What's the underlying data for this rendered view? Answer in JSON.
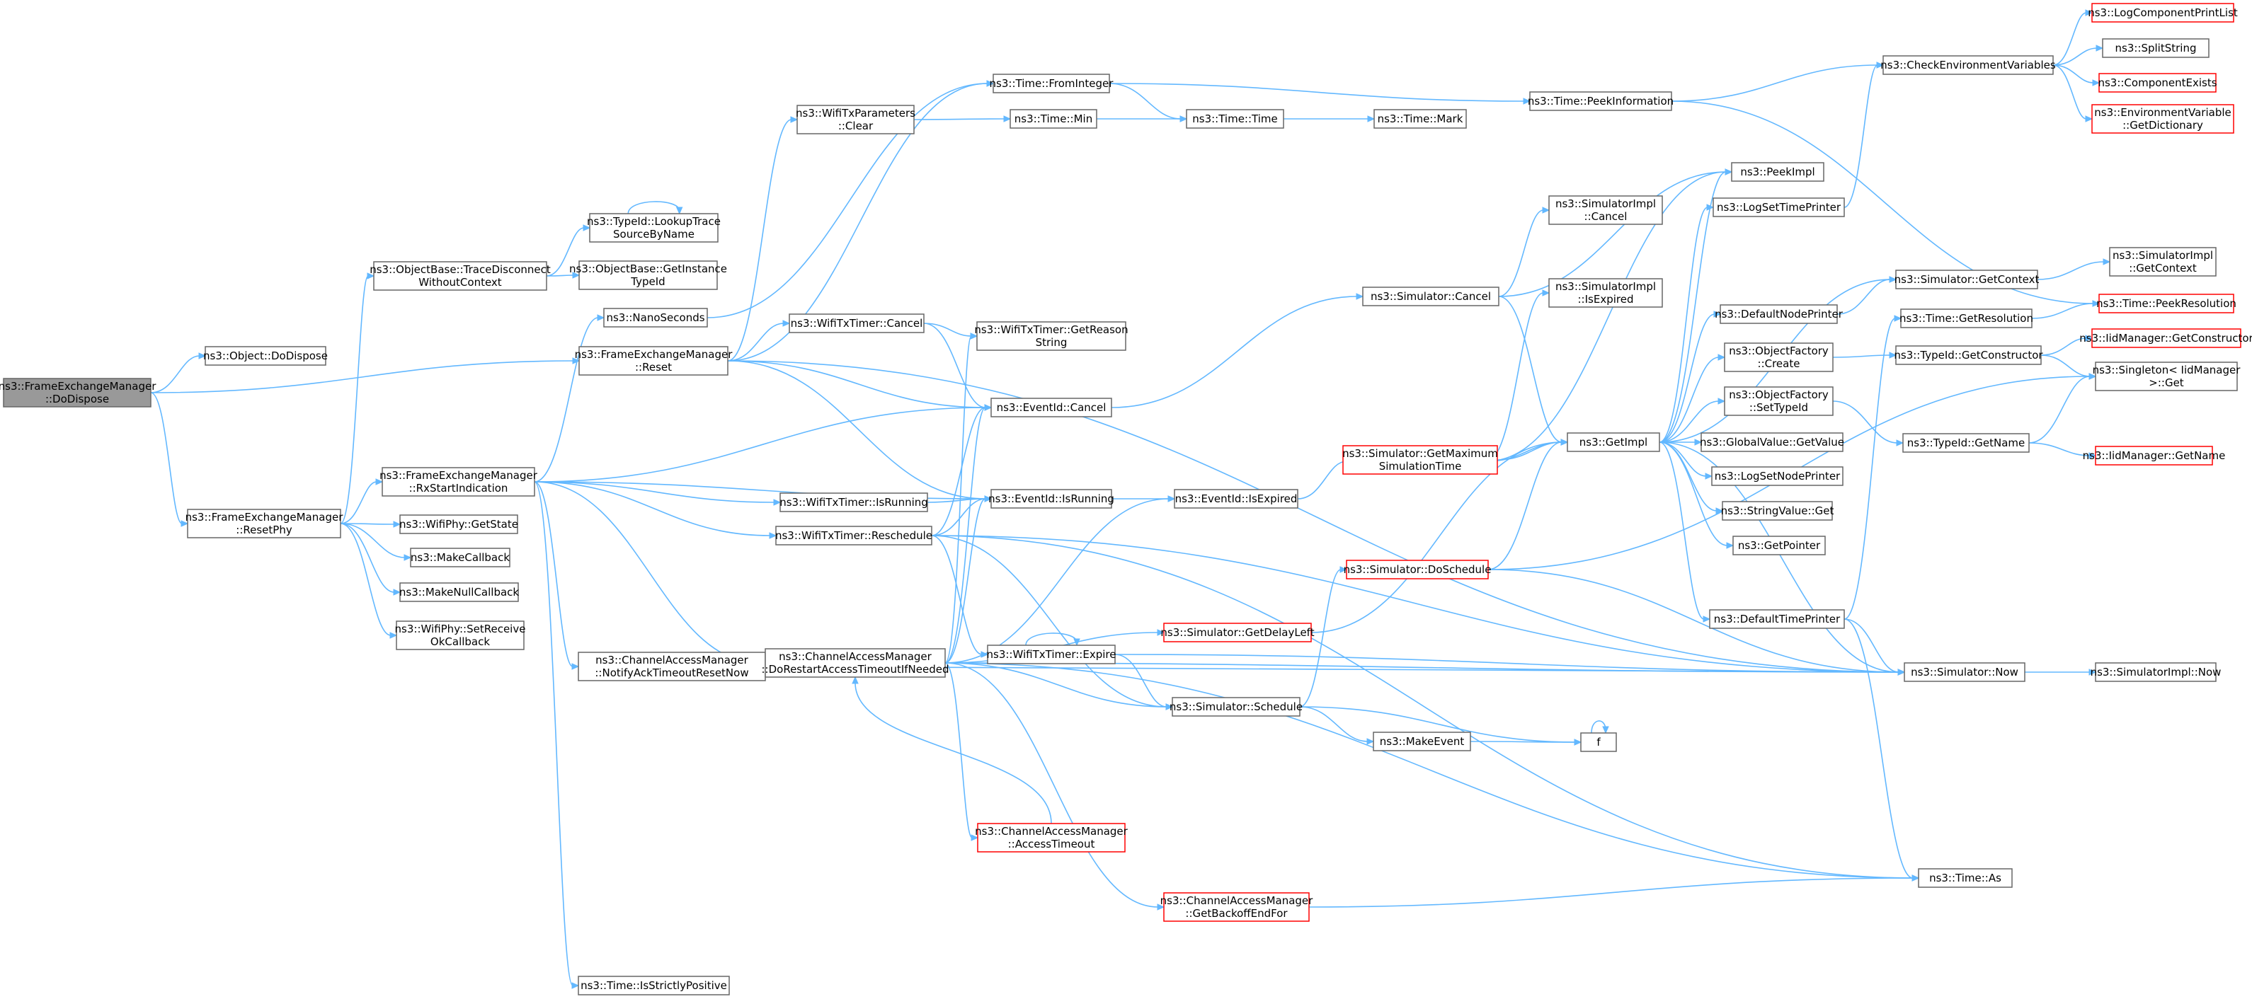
{
  "nodes": [
    {
      "id": "root",
      "lines": [
        "ns3::FrameExchangeManager",
        "::DoDispose"
      ],
      "style": "root"
    },
    {
      "id": "objdispose",
      "lines": [
        "ns3::Object::DoDispose"
      ]
    },
    {
      "id": "resetphy",
      "lines": [
        "ns3::FrameExchangeManager",
        "::ResetPhy"
      ]
    },
    {
      "id": "obtrace",
      "lines": [
        "ns3::ObjectBase::TraceDisconnect",
        "WithoutContext"
      ]
    },
    {
      "id": "lookup",
      "lines": [
        "ns3::TypeId::LookupTrace",
        "SourceByName"
      ]
    },
    {
      "id": "getinst",
      "lines": [
        "ns3::ObjectBase::GetInstance",
        "TypeId"
      ]
    },
    {
      "id": "nanosec",
      "lines": [
        "ns3::NanoSeconds"
      ]
    },
    {
      "id": "fem_reset",
      "lines": [
        "ns3::FrameExchangeManager",
        "::Reset"
      ]
    },
    {
      "id": "rxstart",
      "lines": [
        "ns3::FrameExchangeManager",
        "::RxStartIndication"
      ]
    },
    {
      "id": "getstate",
      "lines": [
        "ns3::WifiPhy::GetState"
      ]
    },
    {
      "id": "makecb",
      "lines": [
        "ns3::MakeCallback"
      ]
    },
    {
      "id": "makenullcb",
      "lines": [
        "ns3::MakeNullCallback"
      ]
    },
    {
      "id": "setrecv",
      "lines": [
        "ns3::WifiPhy::SetReceive",
        "OkCallback"
      ]
    },
    {
      "id": "notifyack",
      "lines": [
        "ns3::ChannelAccessManager",
        "::NotifyAckTimeoutResetNow"
      ]
    },
    {
      "id": "strictpos",
      "lines": [
        "ns3::Time::IsStrictlyPositive"
      ]
    },
    {
      "id": "txparams",
      "lines": [
        "ns3::WifiTxParameters",
        "::Clear"
      ]
    },
    {
      "id": "tcancel",
      "lines": [
        "ns3::WifiTxTimer::Cancel"
      ]
    },
    {
      "id": "tisrunning",
      "lines": [
        "ns3::WifiTxTimer::IsRunning"
      ]
    },
    {
      "id": "treschedule",
      "lines": [
        "ns3::WifiTxTimer::Reschedule"
      ]
    },
    {
      "id": "dorestart",
      "lines": [
        "ns3::ChannelAccessManager",
        "::DoRestartAccessTimeoutIfNeeded"
      ]
    },
    {
      "id": "fromint",
      "lines": [
        "ns3::Time::FromInteger"
      ]
    },
    {
      "id": "tmin",
      "lines": [
        "ns3::Time::Min"
      ]
    },
    {
      "id": "getreason",
      "lines": [
        "ns3::WifiTxTimer::GetReason",
        "String"
      ]
    },
    {
      "id": "evcancel",
      "lines": [
        "ns3::EventId::Cancel"
      ]
    },
    {
      "id": "evisrunning",
      "lines": [
        "ns3::EventId::IsRunning"
      ]
    },
    {
      "id": "texpire",
      "lines": [
        "ns3::WifiTxTimer::Expire"
      ]
    },
    {
      "id": "acctimeout",
      "lines": [
        "ns3::ChannelAccessManager",
        "::AccessTimeout"
      ],
      "style": "red"
    },
    {
      "id": "ttime",
      "lines": [
        "ns3::Time::Time"
      ]
    },
    {
      "id": "evisexpired",
      "lines": [
        "ns3::EventId::IsExpired"
      ]
    },
    {
      "id": "getdelayleft",
      "lines": [
        "ns3::Simulator::GetDelayLeft"
      ],
      "style": "red"
    },
    {
      "id": "simschedule",
      "lines": [
        "ns3::Simulator::Schedule"
      ]
    },
    {
      "id": "getbackoff",
      "lines": [
        "ns3::ChannelAccessManager",
        "::GetBackoffEndFor"
      ],
      "style": "red"
    },
    {
      "id": "peekinfo",
      "lines": [
        "ns3::Time::PeekInformation"
      ]
    },
    {
      "id": "tmark",
      "lines": [
        "ns3::Time::Mark"
      ]
    },
    {
      "id": "simcancel",
      "lines": [
        "ns3::Simulator::Cancel"
      ]
    },
    {
      "id": "simisexpired",
      "lines": [
        "ns3::Simulator::IsExpired"
      ]
    },
    {
      "id": "getmaxsim",
      "lines": [
        "ns3::Simulator::GetMaximum",
        "SimulationTime"
      ],
      "style": "red"
    },
    {
      "id": "doschedule",
      "lines": [
        "ns3::Simulator::DoSchedule"
      ],
      "style": "red"
    },
    {
      "id": "makeevent",
      "lines": [
        "ns3::MakeEvent"
      ]
    },
    {
      "id": "simimplcancel",
      "lines": [
        "ns3::SimulatorImpl",
        "::Cancel"
      ]
    },
    {
      "id": "simimplisexp",
      "lines": [
        "ns3::SimulatorImpl",
        "::IsExpired"
      ]
    },
    {
      "id": "getimpl",
      "lines": [
        "ns3::GetImpl"
      ]
    },
    {
      "id": "ff",
      "lines": [
        "f"
      ]
    },
    {
      "id": "peekimpl",
      "lines": [
        "ns3::PeekImpl"
      ]
    },
    {
      "id": "logsettime",
      "lines": [
        "ns3::LogSetTimePrinter"
      ]
    },
    {
      "id": "defnodeprinter",
      "lines": [
        "ns3::DefaultNodePrinter"
      ]
    },
    {
      "id": "ofcreate",
      "lines": [
        "ns3::ObjectFactory",
        "::Create"
      ]
    },
    {
      "id": "ofsettype",
      "lines": [
        "ns3::ObjectFactory",
        "::SetTypeId"
      ]
    },
    {
      "id": "gvgetvalue",
      "lines": [
        "ns3::GlobalValue::GetValue"
      ]
    },
    {
      "id": "logsetnode",
      "lines": [
        "ns3::LogSetNodePrinter"
      ]
    },
    {
      "id": "svget",
      "lines": [
        "ns3::StringValue::Get"
      ]
    },
    {
      "id": "getpointer",
      "lines": [
        "ns3::GetPointer"
      ]
    },
    {
      "id": "deftimeprinter",
      "lines": [
        "ns3::DefaultTimePrinter"
      ]
    },
    {
      "id": "checkenv",
      "lines": [
        "ns3::CheckEnvironmentVariables"
      ]
    },
    {
      "id": "simgetctx",
      "lines": [
        "ns3::Simulator::GetContext"
      ]
    },
    {
      "id": "tgetres",
      "lines": [
        "ns3::Time::GetResolution"
      ]
    },
    {
      "id": "tidgetctor",
      "lines": [
        "ns3::TypeId::GetConstructor"
      ]
    },
    {
      "id": "tidgetname",
      "lines": [
        "ns3::TypeId::GetName"
      ]
    },
    {
      "id": "simnow",
      "lines": [
        "ns3::Simulator::Now"
      ]
    },
    {
      "id": "tas",
      "lines": [
        "ns3::Time::As"
      ]
    },
    {
      "id": "logcomp",
      "lines": [
        "ns3::LogComponentPrintList"
      ],
      "style": "red"
    },
    {
      "id": "splitstr",
      "lines": [
        "ns3::SplitString"
      ]
    },
    {
      "id": "compexists",
      "lines": [
        "ns3::ComponentExists"
      ],
      "style": "red"
    },
    {
      "id": "envdict",
      "lines": [
        "ns3::EnvironmentVariable",
        "::GetDictionary"
      ],
      "style": "red"
    },
    {
      "id": "simimplgetctx",
      "lines": [
        "ns3::SimulatorImpl",
        "::GetContext"
      ]
    },
    {
      "id": "peekres",
      "lines": [
        "ns3::Time::PeekResolution"
      ],
      "style": "red"
    },
    {
      "id": "iidgetctor",
      "lines": [
        "ns3::IidManager::GetConstructor"
      ],
      "style": "red"
    },
    {
      "id": "singleton",
      "lines": [
        "ns3::Singleton< IidManager",
        ">::Get"
      ]
    },
    {
      "id": "iidgetname",
      "lines": [
        "ns3::IidManager::GetName"
      ],
      "style": "red"
    },
    {
      "id": "simimplnow",
      "lines": [
        "ns3::SimulatorImpl::Now"
      ]
    }
  ],
  "edges": [
    [
      "root",
      "objdispose"
    ],
    [
      "root",
      "fem_reset"
    ],
    [
      "root",
      "resetphy"
    ],
    [
      "resetphy",
      "obtrace"
    ],
    [
      "resetphy",
      "rxstart"
    ],
    [
      "resetphy",
      "getstate"
    ],
    [
      "resetphy",
      "makecb"
    ],
    [
      "resetphy",
      "makenullcb"
    ],
    [
      "resetphy",
      "setrecv"
    ],
    [
      "obtrace",
      "lookup"
    ],
    [
      "obtrace",
      "getinst"
    ],
    [
      "lookup",
      "lookup"
    ],
    [
      "fem_reset",
      "txparams"
    ],
    [
      "fem_reset",
      "fromint"
    ],
    [
      "fem_reset",
      "tcancel"
    ],
    [
      "fem_reset",
      "evcancel"
    ],
    [
      "fem_reset",
      "evisrunning"
    ],
    [
      "fem_reset",
      "simnow"
    ],
    [
      "rxstart",
      "nanosec"
    ],
    [
      "rxstart",
      "evcancel"
    ],
    [
      "rxstart",
      "evisrunning"
    ],
    [
      "rxstart",
      "tisrunning"
    ],
    [
      "rxstart",
      "treschedule"
    ],
    [
      "rxstart",
      "notifyack"
    ],
    [
      "rxstart",
      "strictpos"
    ],
    [
      "rxstart",
      "dorestart"
    ],
    [
      "nanosec",
      "fromint"
    ],
    [
      "notifyack",
      "dorestart"
    ],
    [
      "notifyack",
      "simnow"
    ],
    [
      "tcancel",
      "evcancel"
    ],
    [
      "tcancel",
      "getreason"
    ],
    [
      "tisrunning",
      "evisrunning"
    ],
    [
      "treschedule",
      "evcancel"
    ],
    [
      "treschedule",
      "evisrunning"
    ],
    [
      "treschedule",
      "texpire"
    ],
    [
      "treschedule",
      "simschedule"
    ],
    [
      "treschedule",
      "simnow"
    ],
    [
      "treschedule",
      "tas"
    ],
    [
      "dorestart",
      "evcancel"
    ],
    [
      "dorestart",
      "evisrunning"
    ],
    [
      "dorestart",
      "getreason"
    ],
    [
      "dorestart",
      "evisexpired"
    ],
    [
      "dorestart",
      "getdelayleft"
    ],
    [
      "dorestart",
      "simschedule"
    ],
    [
      "dorestart",
      "acctimeout"
    ],
    [
      "dorestart",
      "getbackoff"
    ],
    [
      "dorestart",
      "simnow"
    ],
    [
      "dorestart",
      "tas"
    ],
    [
      "acctimeout",
      "dorestart"
    ],
    [
      "texpire",
      "texpire"
    ],
    [
      "texpire",
      "simschedule"
    ],
    [
      "texpire",
      "simnow"
    ],
    [
      "txparams",
      "tmin"
    ],
    [
      "tmin",
      "ttime"
    ],
    [
      "fromint",
      "ttime"
    ],
    [
      "fromint",
      "peekinfo"
    ],
    [
      "ttime",
      "tmark"
    ],
    [
      "peekinfo",
      "checkenv"
    ],
    [
      "peekinfo",
      "peekres"
    ],
    [
      "evcancel",
      "simcancel"
    ],
    [
      "evisrunning",
      "evisexpired"
    ],
    [
      "evisexpired",
      "simisexpired"
    ],
    [
      "getdelayleft",
      "getimpl"
    ],
    [
      "simschedule",
      "doschedule"
    ],
    [
      "simschedule",
      "makeevent"
    ],
    [
      "simschedule",
      "ff"
    ],
    [
      "makeevent",
      "ff"
    ],
    [
      "ff",
      "ff"
    ],
    [
      "simcancel",
      "simimplcancel"
    ],
    [
      "simcancel",
      "peekimpl"
    ],
    [
      "simcancel",
      "getimpl"
    ],
    [
      "simisexpired",
      "simimplisexp"
    ],
    [
      "simisexpired",
      "peekimpl"
    ],
    [
      "simisexpired",
      "getimpl"
    ],
    [
      "getmaxsim",
      "getimpl"
    ],
    [
      "doschedule",
      "getimpl"
    ],
    [
      "doschedule",
      "simnow"
    ],
    [
      "doschedule",
      "singleton"
    ],
    [
      "getimpl",
      "peekimpl"
    ],
    [
      "getimpl",
      "logsettime"
    ],
    [
      "getimpl",
      "defnodeprinter"
    ],
    [
      "getimpl",
      "ofcreate"
    ],
    [
      "getimpl",
      "ofsettype"
    ],
    [
      "getimpl",
      "gvgetvalue"
    ],
    [
      "getimpl",
      "logsetnode"
    ],
    [
      "getimpl",
      "svget"
    ],
    [
      "getimpl",
      "getpointer"
    ],
    [
      "getimpl",
      "deftimeprinter"
    ],
    [
      "getimpl",
      "simnow"
    ],
    [
      "getimpl",
      "simgetctx"
    ],
    [
      "logsettime",
      "checkenv"
    ],
    [
      "defnodeprinter",
      "simgetctx"
    ],
    [
      "ofcreate",
      "tidgetctor"
    ],
    [
      "ofsettype",
      "tidgetname"
    ],
    [
      "deftimeprinter",
      "simnow"
    ],
    [
      "deftimeprinter",
      "tas"
    ],
    [
      "deftimeprinter",
      "tgetres"
    ],
    [
      "checkenv",
      "logcomp"
    ],
    [
      "checkenv",
      "splitstr"
    ],
    [
      "checkenv",
      "compexists"
    ],
    [
      "checkenv",
      "envdict"
    ],
    [
      "simgetctx",
      "simimplgetctx"
    ],
    [
      "tgetres",
      "peekres"
    ],
    [
      "tidgetctor",
      "iidgetctor"
    ],
    [
      "tidgetctor",
      "singleton"
    ],
    [
      "tidgetname",
      "singleton"
    ],
    [
      "tidgetname",
      "iidgetname"
    ],
    [
      "simnow",
      "simimplnow"
    ],
    [
      "getbackoff",
      "tas"
    ]
  ]
}
